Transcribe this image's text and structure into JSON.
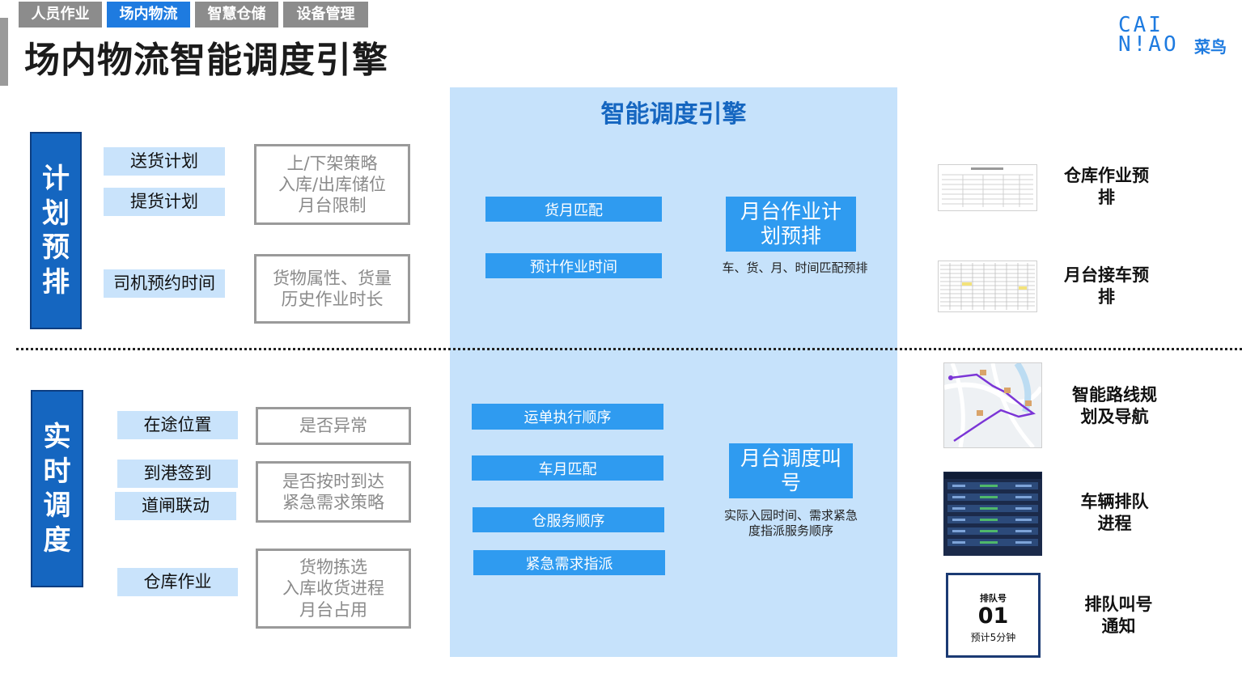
{
  "tabs": [
    {
      "label": "人员作业",
      "active": false
    },
    {
      "label": "场内物流",
      "active": true
    },
    {
      "label": "智慧仓储",
      "active": false
    },
    {
      "label": "设备管理",
      "active": false
    }
  ],
  "page_title": "场内物流智能调度引擎",
  "logo": {
    "line1": "CAI",
    "line2": "N!AO",
    "cn": "菜鸟"
  },
  "engine_title": "智能调度引擎",
  "plan": {
    "label": [
      "计",
      "划",
      "预",
      "排"
    ],
    "inputs": [
      "送货计划",
      "提货计划",
      "司机预约时间"
    ],
    "strategies": [
      [
        "上/下架策略",
        "入库/出库储位",
        "月台限制"
      ],
      [
        "货物属性、货量",
        "历史作业时长"
      ]
    ],
    "engine_items": [
      "货月匹配",
      "预计作业时间"
    ],
    "output": {
      "title": [
        "月台作业计",
        "划预排"
      ],
      "desc": "车、货、月、时间匹配预排"
    }
  },
  "realtime": {
    "label": [
      "实",
      "时",
      "调",
      "度"
    ],
    "inputs": [
      "在途位置",
      "到港签到",
      "道闸联动",
      "仓库作业"
    ],
    "strategies": [
      [
        "是否异常"
      ],
      [
        "是否按时到达",
        "紧急需求策略"
      ],
      [
        "货物拣选",
        "入库收货进程",
        "月台占用"
      ]
    ],
    "engine_items": [
      "运单执行顺序",
      "车月匹配",
      "仓服务顺序",
      "紧急需求指派"
    ],
    "output": {
      "title": [
        "月台调度叫",
        "号"
      ],
      "desc": [
        "实际入园时间、需求紧急",
        "度指派服务顺序"
      ]
    }
  },
  "results": [
    {
      "label": [
        "仓库作业预",
        "排"
      ]
    },
    {
      "label": [
        "月台接车预",
        "排"
      ]
    },
    {
      "label": [
        "智能路线规",
        "划及导航"
      ]
    },
    {
      "label": [
        "车辆排队",
        "进程"
      ]
    },
    {
      "label": [
        "排队叫号",
        "通知"
      ]
    }
  ],
  "queue_card": {
    "title": "排队号",
    "number": "01",
    "note": "预计5分钟"
  },
  "colors": {
    "primary": "#1566c0",
    "accent": "#2f9bf0",
    "engine_bg": "#c6e2fb",
    "input_bg": "#c9e3fb",
    "tab_gray": "#8c8c8c",
    "tab_active": "#1e7be0"
  }
}
